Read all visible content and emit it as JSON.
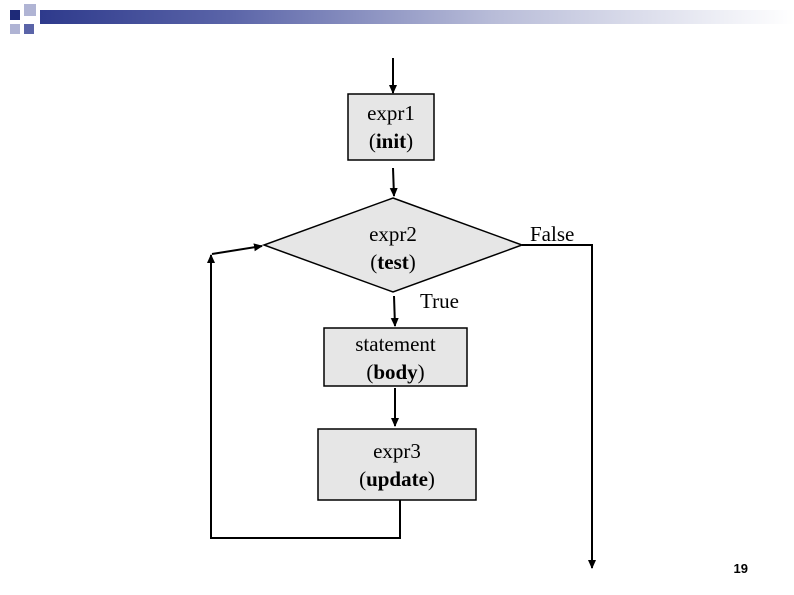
{
  "nodes": {
    "init": {
      "line1": "expr1",
      "line2_open": "(",
      "line2_bold": "init",
      "line2_close": ")"
    },
    "test": {
      "line1": "expr2",
      "line2_open": "(",
      "line2_bold": "test",
      "line2_close": ")"
    },
    "body": {
      "line1": "statement",
      "line2_open": "(",
      "line2_bold": "body",
      "line2_close": ")"
    },
    "update": {
      "line1": "expr3",
      "line2_open": "(",
      "line2_bold": "update",
      "line2_close": ")"
    }
  },
  "edges": {
    "true_label": "True",
    "false_label": "False"
  },
  "slide": {
    "page_number": "19"
  },
  "colors": {
    "box_fill": "#e6e6e6",
    "stroke": "#000000",
    "title_bar_dark": "#2e3a8c",
    "square_dark": "#1e2a78",
    "square_light": "#b0b4d4"
  }
}
